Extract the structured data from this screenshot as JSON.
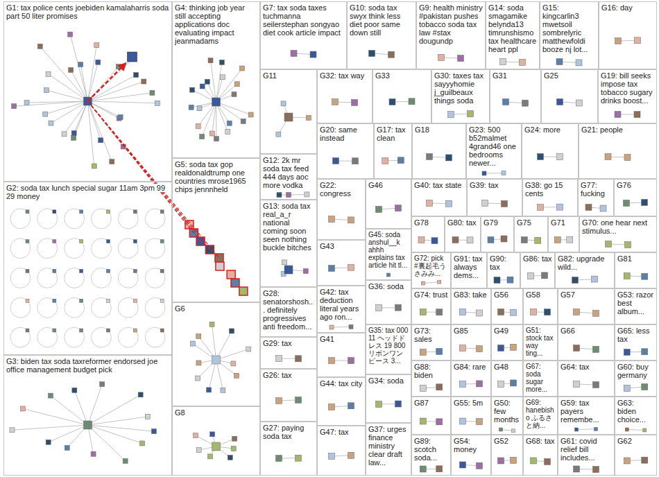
{
  "diagram": {
    "nodes": [
      {
        "text": [
          "G1: tax police cents joebiden kamalaharris soda part 50 liter promises"
        ]
      },
      {
        "text": [
          "G4: thinking job year still accepting applications doc evaluating impact jeanmadams"
        ]
      },
      {
        "text": [
          "G7: tax soda taxes tuchmanna seilerstephan songyao diet cook article impact"
        ]
      },
      {
        "text": [
          "G10: soda tax swyx think less diet poor same down still"
        ]
      },
      {
        "text": [
          "G9: health ministry #pakistan pushes tobacco soda tax law #stax dougundp"
        ]
      },
      {
        "text": [
          "G14: soda smagamike belynda13 timrunshismo tax healthcare heart ppl"
        ]
      },
      {
        "text": [
          "G15: kingcarlin3 mwetsoil sombrelyric matthewfoldi booze nj lot..."
        ]
      },
      {
        "text": [
          "G16: day"
        ]
      },
      {
        "text": [
          "G11"
        ]
      },
      {
        "text": [
          "G32: tax way"
        ]
      },
      {
        "text": [
          "G33"
        ]
      },
      {
        "text": [
          "G30: taxes tax sayyyhomie j_guilbeaux things soda"
        ]
      },
      {
        "text": [
          "G31"
        ]
      },
      {
        "text": [
          "G25"
        ]
      },
      {
        "text": [
          "G19: bill seeks impose tax tobacco sugary drinks boost..."
        ]
      },
      {
        "text": [
          "G20: same instead"
        ]
      },
      {
        "text": [
          "G17: tax clean"
        ]
      },
      {
        "text": [
          "G18"
        ]
      },
      {
        "text": [
          "G23: 500 b52malmet 4grand46 one bedrooms newer..."
        ]
      },
      {
        "text": [
          "G24: more"
        ]
      },
      {
        "text": [
          "G21: people"
        ]
      },
      {
        "text": [
          "G5: soda tax gop realdonaldtrump one countries mrose1965 chips jennnheld"
        ]
      },
      {
        "text": [
          "G12: 2k mr soda tax feed 444 days aoc more vodka"
        ]
      },
      {
        "text": [
          "G22: congress"
        ]
      },
      {
        "text": [
          "G46"
        ]
      },
      {
        "text": [
          "G40: tax state"
        ]
      },
      {
        "text": [
          "G39: tax"
        ]
      },
      {
        "text": [
          "G38: go 15 cents"
        ]
      },
      {
        "text": [
          "G77: fucking"
        ]
      },
      {
        "text": [
          "G76"
        ]
      },
      {
        "text": [
          "G2: soda tax lunch special sugar 11am 3pm 99 29 money"
        ]
      },
      {
        "text": [
          "G13: soda tax real_a_r national coming soon seen nothing buckle bitches"
        ]
      },
      {
        "text": [
          "G45: soda anshul__k ahhh explains tax article hit tl..."
        ]
      },
      {
        "text": [
          "G43"
        ]
      },
      {
        "text": [
          "G78"
        ]
      },
      {
        "text": [
          "G80: tax"
        ]
      },
      {
        "text": [
          "G79"
        ]
      },
      {
        "text": [
          "G75"
        ]
      },
      {
        "text": [
          "G71"
        ]
      },
      {
        "text": [
          "G70: one hear next stimulus..."
        ]
      },
      {
        "text": [
          "G72: pick #裏起毛うさみみ..."
        ]
      },
      {
        "text": [
          "G91: tax always dems..."
        ]
      },
      {
        "text": [
          "G90: tax"
        ]
      },
      {
        "text": [
          "G86: tax"
        ]
      },
      {
        "text": [
          "G82: upgrade wild..."
        ]
      },
      {
        "text": [
          "G81"
        ]
      },
      {
        "text": [
          "G28: senatorshosh... definitely progressives anti freedom..."
        ]
      },
      {
        "text": [
          "G42: tax deduction literal years ago ron..."
        ]
      },
      {
        "text": [
          "G36: soda"
        ]
      },
      {
        "text": [
          "G74: trust"
        ]
      },
      {
        "text": [
          "G83: take"
        ]
      },
      {
        "text": [
          "G56"
        ]
      },
      {
        "text": [
          "G58"
        ]
      },
      {
        "text": [
          "G57"
        ]
      },
      {
        "text": [
          "G53: razor best album..."
        ]
      },
      {
        "text": [
          "G6"
        ]
      },
      {
        "text": [
          "G29: tax"
        ]
      },
      {
        "text": [
          "G41"
        ]
      },
      {
        "text": [
          "G35: tax 000 11 ヘッドドレス 19 800 リボンワンピース 3..."
        ]
      },
      {
        "text": [
          "G73: sales"
        ]
      },
      {
        "text": [
          "G85"
        ]
      },
      {
        "text": [
          "G49"
        ]
      },
      {
        "text": [
          "G51: stock tax way ting..."
        ]
      },
      {
        "text": [
          "G66"
        ]
      },
      {
        "text": [
          "G65: less tax"
        ]
      },
      {
        "text": [
          "G3: biden tax soda taxreformer endorsed joe office management budget pick"
        ]
      },
      {
        "text": [
          "G26: tax"
        ]
      },
      {
        "text": [
          "G44: tax city"
        ]
      },
      {
        "text": [
          "G34: soda"
        ]
      },
      {
        "text": [
          "G88: biden"
        ]
      },
      {
        "text": [
          "G84: rare"
        ]
      },
      {
        "text": [
          "G48"
        ]
      },
      {
        "text": [
          "G67: soda sugar more..."
        ]
      },
      {
        "text": [
          "G64: tax"
        ]
      },
      {
        "text": [
          "G60: buy germany"
        ]
      },
      {
        "text": [
          "G8"
        ]
      },
      {
        "text": [
          "G87"
        ]
      },
      {
        "text": [
          "G55: 5m"
        ]
      },
      {
        "text": [
          "G50: few months"
        ]
      },
      {
        "text": [
          "G69: hanebisho ふるさと納..."
        ]
      },
      {
        "text": [
          "G59: tax payers remembe..."
        ]
      },
      {
        "text": [
          "G63: biden choice..."
        ]
      },
      {
        "text": [
          "G27: paying soda tax"
        ]
      },
      {
        "text": [
          "G47: tax"
        ]
      },
      {
        "text": [
          "G37: urges finance ministry clear draft law..."
        ]
      },
      {
        "text": [
          "G89: scotch soda..."
        ]
      },
      {
        "text": [
          "G54: money"
        ]
      },
      {
        "text": [
          "G52"
        ]
      },
      {
        "text": [
          "G68: tax"
        ]
      },
      {
        "text": [
          "G61: covid relief bill includes..."
        ]
      },
      {
        "text": [
          "G62"
        ]
      }
    ]
  }
}
